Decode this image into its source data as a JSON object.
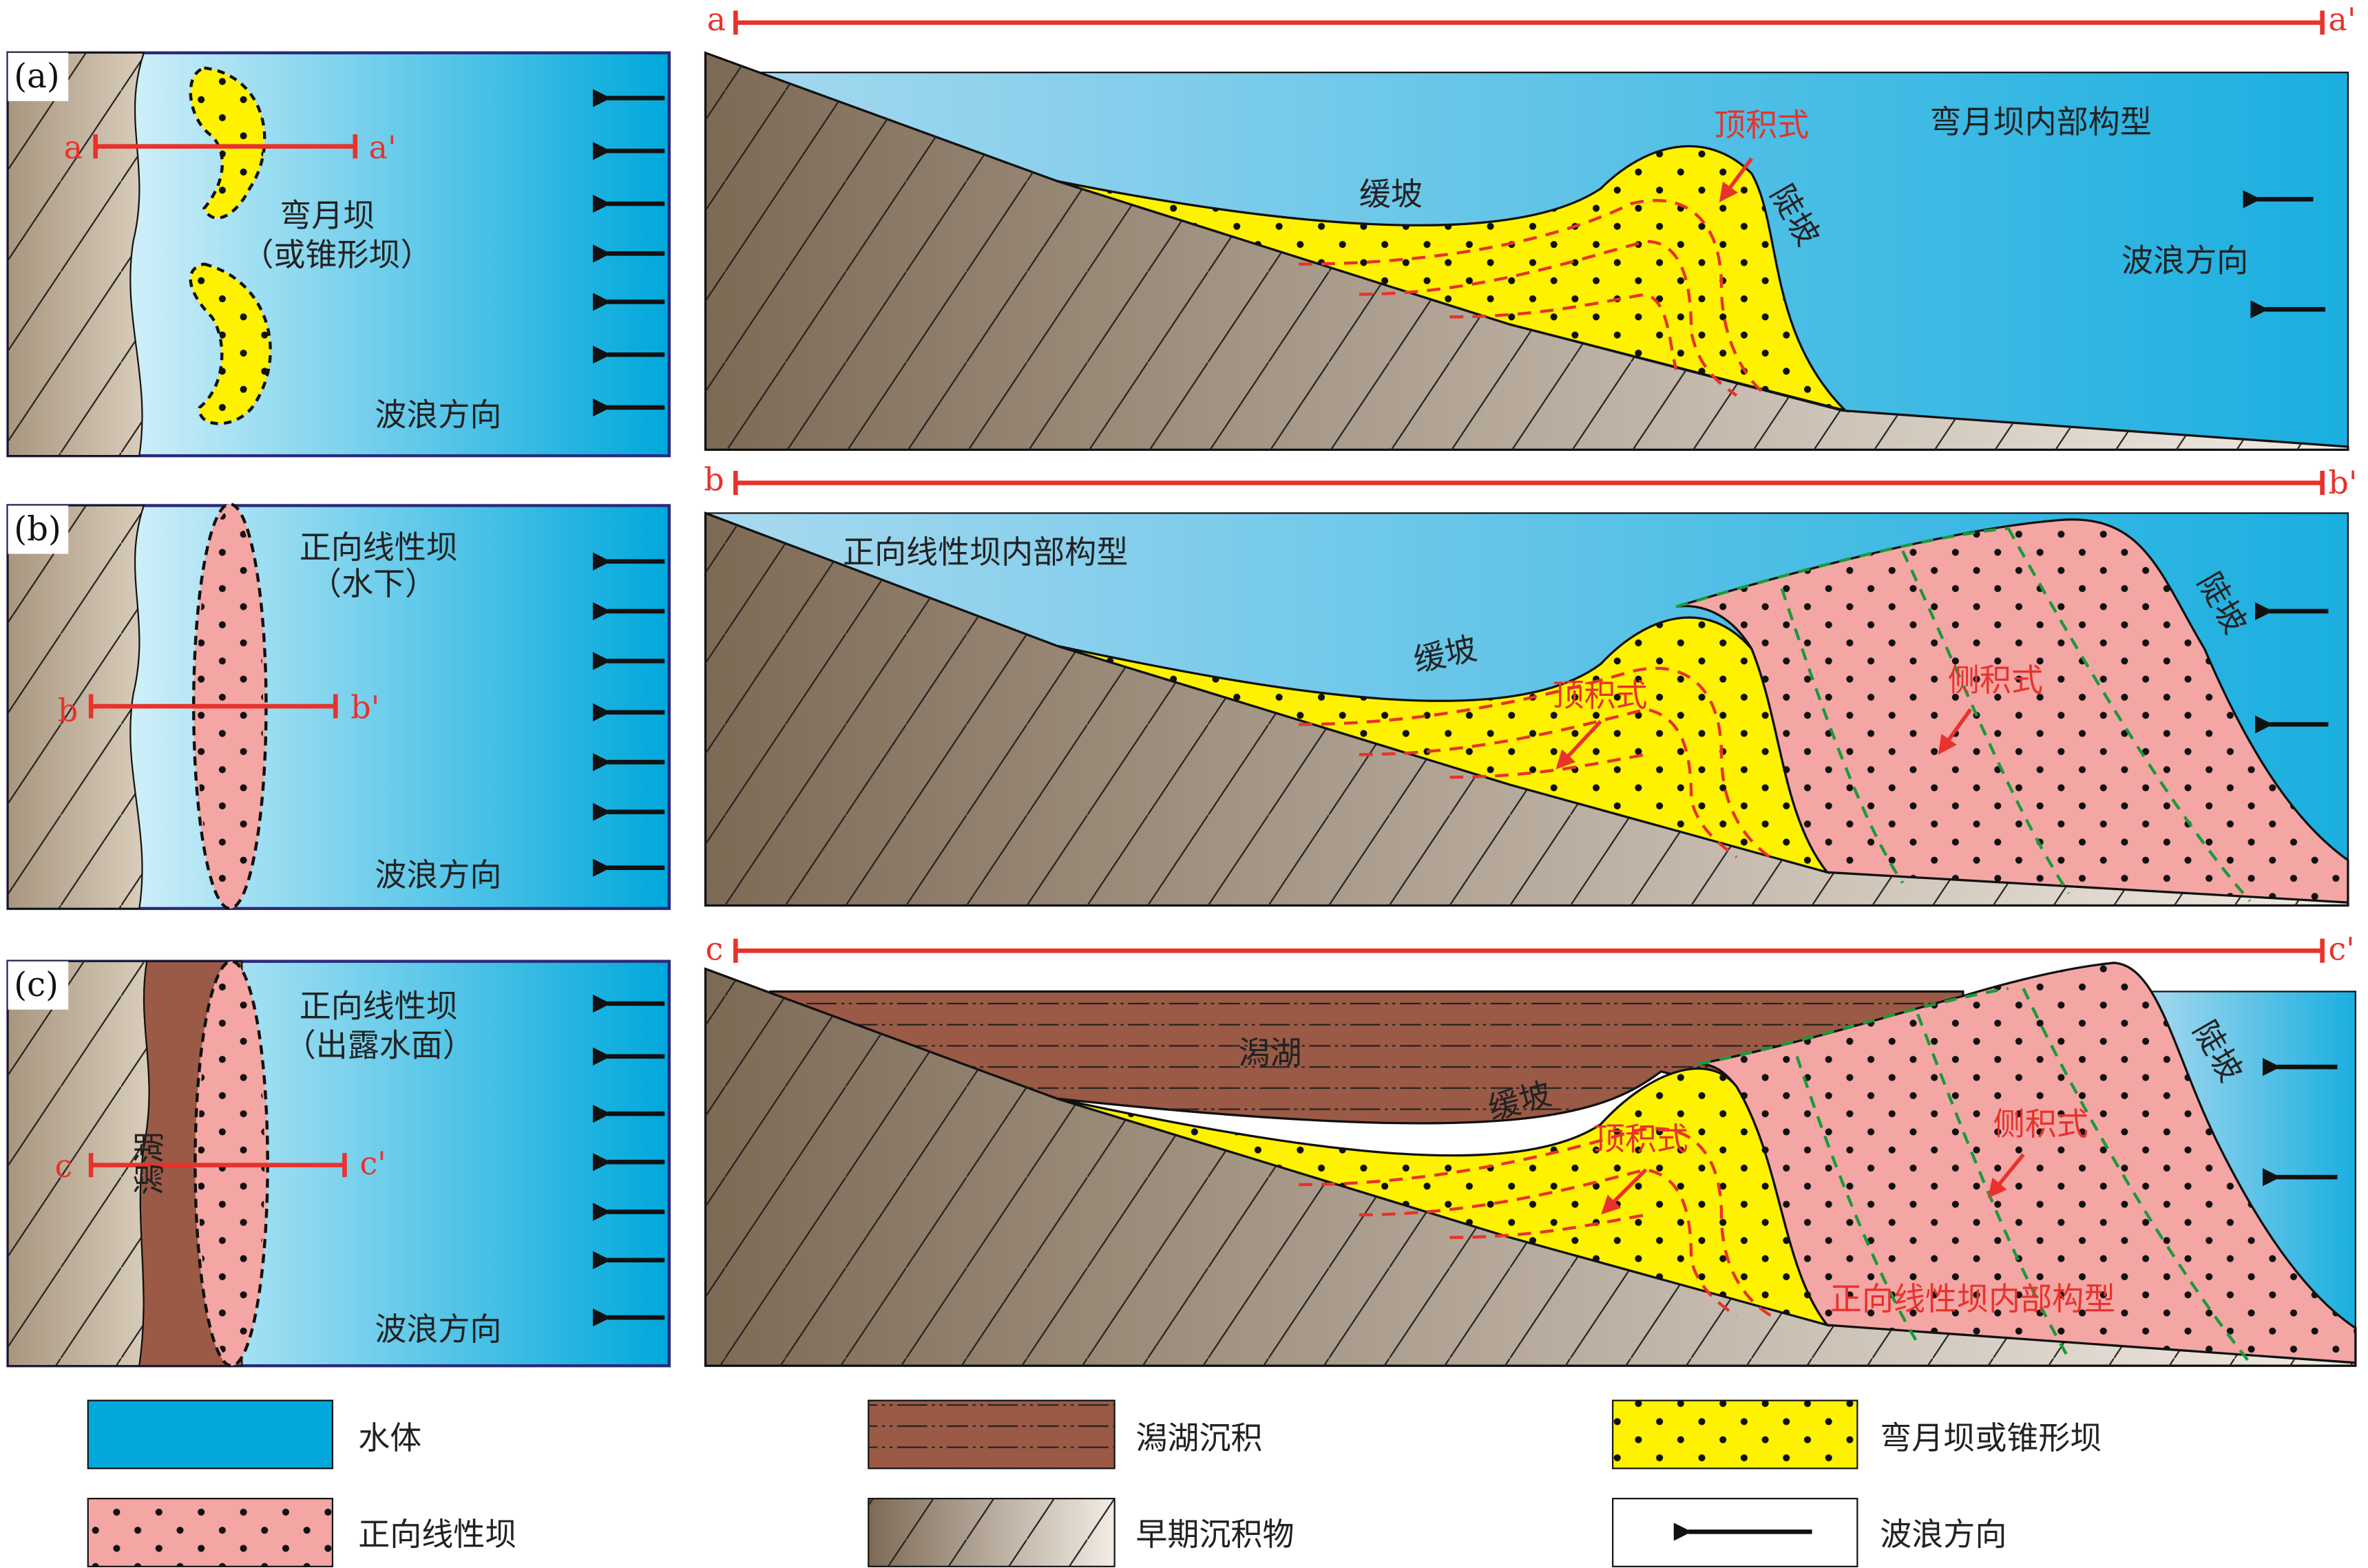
{
  "panels": {
    "a": {
      "tag": "(a)",
      "section_start": "a",
      "section_end": "a'",
      "bar_label_1": "弯月坝",
      "bar_label_2": "（或锥形坝）",
      "wave_label": "波浪方向",
      "section_title": "弯月坝内部构型",
      "gentle_slope": "缓坡",
      "steep_slope": "陡坡",
      "topset": "顶积式",
      "wave_label_right": "波浪方向"
    },
    "b": {
      "tag": "(b)",
      "section_start": "b",
      "section_end": "b'",
      "bar_label_1": "正向线性坝",
      "bar_label_2": "（水下）",
      "wave_label": "波浪方向",
      "section_title": "正向线性坝内部构型",
      "gentle_slope": "缓坡",
      "steep_slope": "陡坡",
      "topset": "顶积式",
      "lateral": "侧积式"
    },
    "c": {
      "tag": "(c)",
      "section_start": "c",
      "section_end": "c'",
      "bar_label_1": "正向线性坝",
      "bar_label_2": "（出露水面）",
      "wave_label": "波浪方向",
      "lagoon_vertical": "潟湖",
      "lagoon": "潟湖",
      "gentle_slope": "缓坡",
      "steep_slope": "陡坡",
      "topset": "顶积式",
      "lateral": "侧积式",
      "section_title": "正向线性坝内部构型"
    }
  },
  "legend": [
    {
      "label": "水体",
      "swatch": "water"
    },
    {
      "label": "潟湖沉积",
      "swatch": "lagoon"
    },
    {
      "label": "弯月坝或锥形坝",
      "swatch": "crescent-bar"
    },
    {
      "label": "正向线性坝",
      "swatch": "linear-bar"
    },
    {
      "label": "早期沉积物",
      "swatch": "early-sediment"
    },
    {
      "label": "波浪方向",
      "swatch": "wave-arrow"
    }
  ],
  "colors": {
    "water": "#00a8dc",
    "yellow_bar": "#fff200",
    "pink_bar": "#f4a6a4",
    "lagoon": "#9a5a45",
    "annotation_red": "#e8322c",
    "green_dash": "#1a9a3a"
  }
}
